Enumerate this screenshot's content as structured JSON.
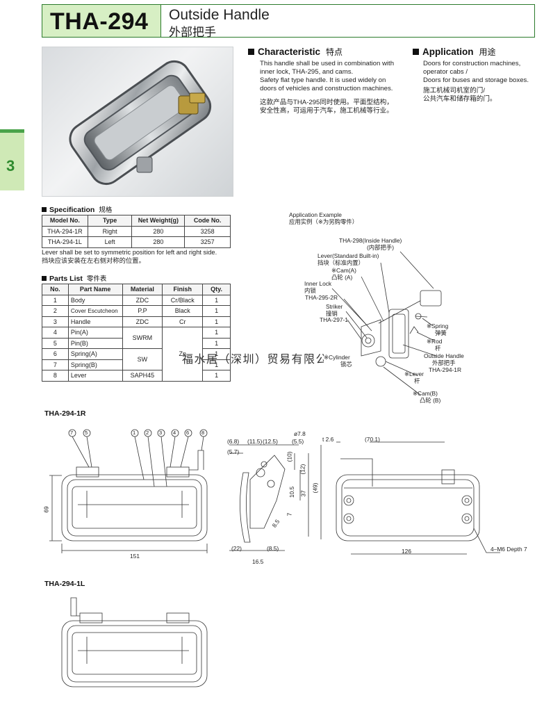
{
  "header": {
    "model": "THA-294",
    "title_en": "Outside Handle",
    "title_cn": "外部把手"
  },
  "side_tab": {
    "number": "3"
  },
  "characteristic": {
    "title": "Characteristic",
    "title_cn": "特点",
    "text_en": [
      "This handle shall be used in combination with",
      "inner lock, THA-295, and cams.",
      "Safety flat type handle. It is used widely on",
      "doors of vehicles and construction machines."
    ],
    "text_cn": [
      "这款产品与THA-295同时使用。平面型结构，",
      "安全性高，可运用于汽车，施工机械等行业。"
    ]
  },
  "application": {
    "title": "Application",
    "title_cn": "用途",
    "text_en": [
      "Doors for construction machines,",
      "operator cabs /",
      "Doors for buses and storage boxes."
    ],
    "text_cn": [
      "施工机械司机室的门/",
      "公共汽车和储存箱的门。"
    ]
  },
  "specification": {
    "title": "Specification",
    "title_cn": "规格",
    "headers": [
      "Model No.",
      "Type",
      "Net Weight(g)",
      "Code No."
    ],
    "rows": [
      [
        "THA-294-1R",
        "Right",
        "280",
        "3258"
      ],
      [
        "THA-294-1L",
        "Left",
        "280",
        "3257"
      ]
    ],
    "note_en": "Lever shall be set to symmetric position for left and right side.",
    "note_cn": "挡块应该安装在左右侧对称的位置。"
  },
  "parts_list": {
    "title": "Parts List",
    "title_cn": "零件表",
    "headers": [
      "No.",
      "Part Name",
      "Material",
      "Finish",
      "Qty."
    ],
    "rows": [
      [
        "1",
        "Body",
        "ZDC",
        "Cr/Black",
        "1"
      ],
      [
        "2",
        "Cover Escutcheon",
        "P.P",
        "Black",
        "1"
      ],
      [
        "3",
        "Handle",
        "ZDC",
        "Cr",
        "1"
      ],
      [
        "4",
        "Pin(A)",
        "SWRM",
        "",
        "1"
      ],
      [
        "5",
        "Pin(B)",
        "",
        "",
        "1"
      ],
      [
        "6",
        "Spring(A)",
        "SW",
        "Zn",
        "1"
      ],
      [
        "7",
        "Spring(B)",
        "",
        "",
        "1"
      ],
      [
        "8",
        "Lever",
        "SAPH45",
        "",
        "1"
      ]
    ]
  },
  "watermark": "福水居（深圳）贸易有限公司",
  "application_example": {
    "title": "Application Example",
    "title_cn": "应用实例（※为另购零件）",
    "labels": [
      {
        "en": "THA-298(Inside Handle)",
        "cn": "(内部把手)"
      },
      {
        "en": "Lever(Standard Built-in)",
        "cn": "挡块（标准内置）"
      },
      {
        "en": "※Cam(A)",
        "cn": "凸轮 (A)"
      },
      {
        "en": "Inner Lock",
        "cn": "内锁"
      },
      {
        "en": "THA-295-2R",
        "cn": ""
      },
      {
        "en": "Striker",
        "cn": "撞销"
      },
      {
        "en": "THA-297-1",
        "cn": ""
      },
      {
        "en": "※Spring",
        "cn": "弹簧"
      },
      {
        "en": "※Rod",
        "cn": "杆"
      },
      {
        "en": "Outside Handle",
        "cn": "外部把手"
      },
      {
        "en": "THA-294-1R",
        "cn": ""
      },
      {
        "en": "※Lever",
        "cn": "杆"
      },
      {
        "en": "※Cam(B)",
        "cn": "凸轮 (B)"
      },
      {
        "en": "※Cylinder",
        "cn": "锁芯"
      }
    ]
  },
  "drawing_1r": {
    "label": "THA-294-1R",
    "balloons": [
      "7",
      "5",
      "1",
      "2",
      "3",
      "4",
      "6",
      "8"
    ],
    "dims": {
      "height": "69",
      "width": "151",
      "d1": "(6.8)",
      "d2": "(11.5)",
      "d3": "(12.5)",
      "d4": "(5.5)",
      "d5": "(5.7)",
      "d6": "ø7.8",
      "d7": "(10)",
      "d8": "(12)",
      "d9": "10.5",
      "d10": "37",
      "d11": "(49)",
      "d12": "8.5",
      "d13": "7",
      "d14": "(22)",
      "d15": "(8.5)",
      "d16": "16.5",
      "d17": "t 2.6",
      "d18": "(70.1)",
      "d19": "126",
      "d20": "4–M6 Depth 7"
    }
  },
  "drawing_1l": {
    "label": "THA-294-1L"
  }
}
